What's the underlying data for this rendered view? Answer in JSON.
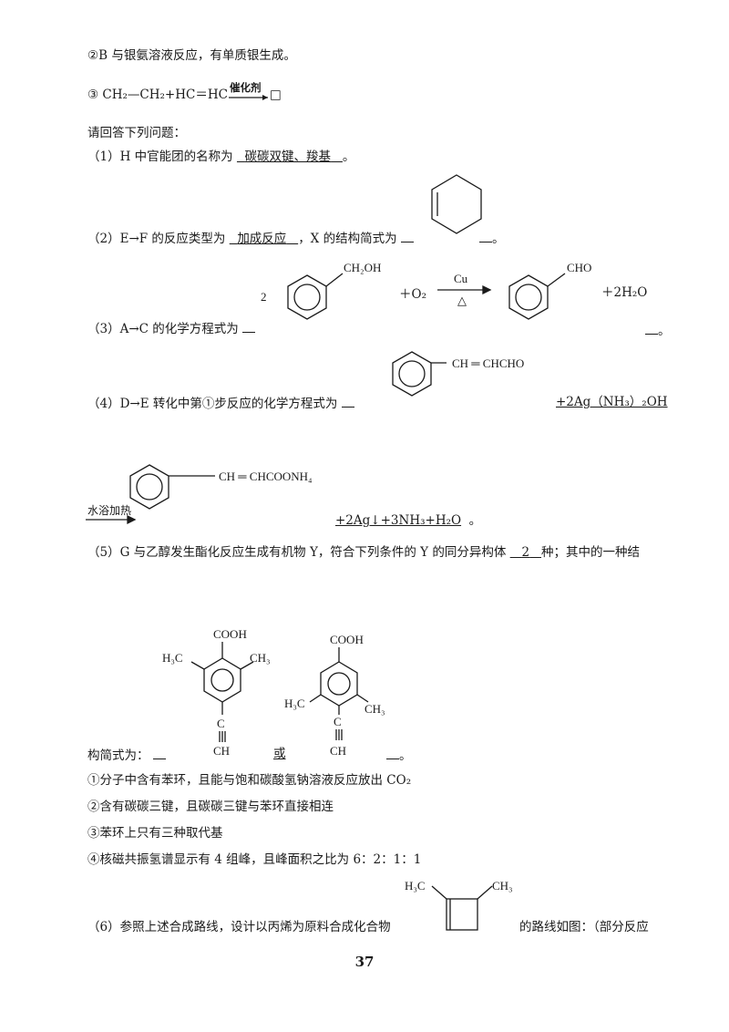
{
  "conditions_top": {
    "c2": "②B 与银氨溶液反应，有单质银生成。",
    "c3_prefix": "③ CH₂—CH₂+HC＝HC",
    "c3_catalyst": "催化剂",
    "c3_suffix": "□"
  },
  "intro": "请回答下列问题：",
  "q1": {
    "prefix": "（1）H 中官能团的名称为",
    "answer": "碳碳双键、羧基",
    "suffix": "。"
  },
  "q2": {
    "prefix": "（2）E→F 的反应类型为",
    "answer1": "加成反应",
    "mid": "，X 的结构简式为",
    "suffix": "。"
  },
  "q3": {
    "prefix": "（3）A→C 的化学方程式为",
    "coef": "2",
    "reactant_group": "CH₂OH",
    "plus_o2": "＋O₂",
    "catalyst": "Cu",
    "heat": "△",
    "product_group": "CHO",
    "plus_water": "＋2H₂O",
    "suffix": "。"
  },
  "q4": {
    "prefix": "（4）D→E 转化中第①步反应的化学方程式为",
    "reactant_chain": "CH ═ CHCHO",
    "reagent": "+2Ag（NH₃）₂OH",
    "condition": "水浴加热",
    "product_chain": "CH ═ CHCOONH₄",
    "byproducts": "+2Ag↓+3NH₃+H₂O",
    "suffix": "。"
  },
  "q5": {
    "prefix": "（5）G 与乙醇发生酯化反应生成有机物 Y，符合下列条件的 Y 的同分异构体",
    "answer": "2",
    "suffix": "种；其中的一种结",
    "line2_prefix": "构简式为：",
    "or_word": "或",
    "line2_suffix": "。",
    "struct_labels": {
      "cooh": "COOH",
      "h3c": "H₃C",
      "ch3": "CH₃",
      "c": "C",
      "ch": "CH"
    },
    "conds": [
      "①分子中含有苯环，且能与饱和碳酸氢钠溶液反应放出 CO₂",
      "②含有碳碳三键，且碳碳三键与苯环直接相连",
      "③苯环上只有三种取代基",
      "④核磁共振氢谱显示有 4 组峰，且峰面积之比为 6：2：1：1"
    ]
  },
  "q6": {
    "prefix": "（6）参照上述合成路线，设计以丙烯为原料合成化合物",
    "suffix": "的路线如图：（部分反应",
    "h3c": "H₃C",
    "ch3": "CH₃"
  },
  "page_number": "37"
}
